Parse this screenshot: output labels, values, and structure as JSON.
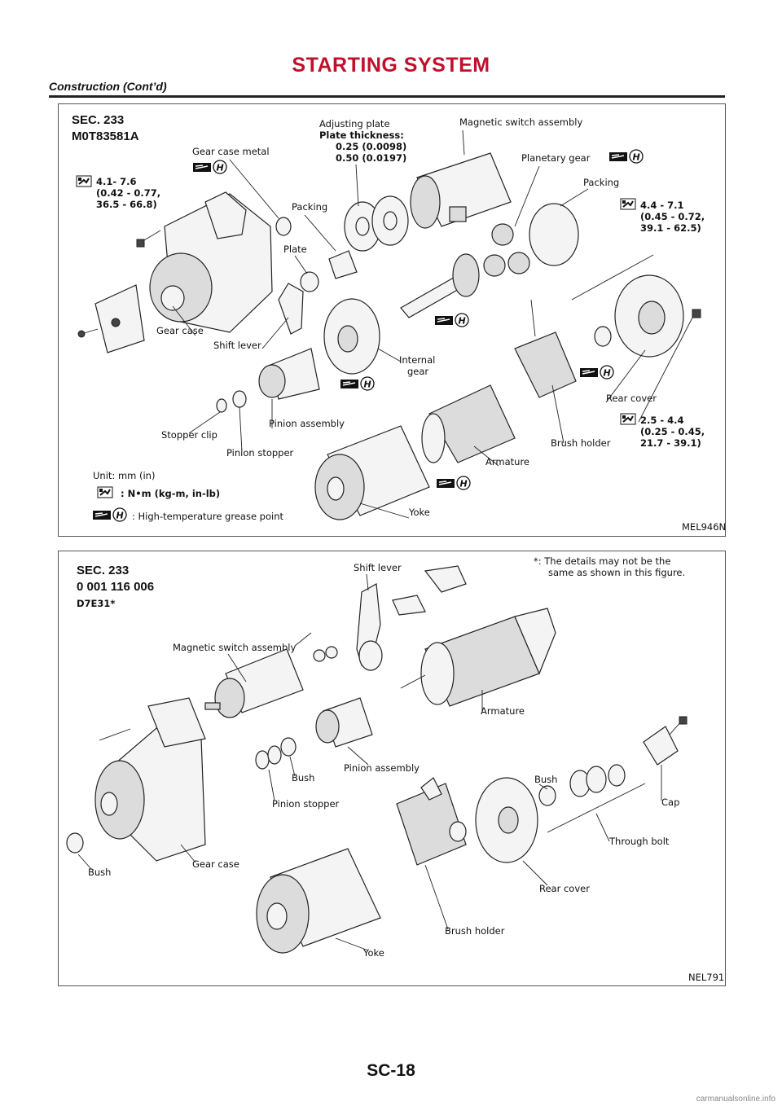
{
  "page": {
    "title": "STARTING SYSTEM",
    "subtitle": "Construction (Cont’d)",
    "page_number": "SC-18",
    "watermark": "carmanualsonline.info"
  },
  "figure1": {
    "sec": "SEC. 233",
    "model": "M0T83581A",
    "code": "MEL946N",
    "adjusting_plate": "Adjusting plate",
    "plate_thickness": "Plate thickness:",
    "thickness_1": "0.25 (0.0098)",
    "thickness_2": "0.50 (0.0197)",
    "magnetic_switch": "Magnetic switch assembly",
    "gear_case_metal": "Gear case metal",
    "planetary_gear": "Planetary gear",
    "packing_upper": "Packing",
    "packing_lower": "Packing",
    "plate": "Plate",
    "shift_lever": "Shift lever",
    "gear_case": "Gear case",
    "internal_gear_1": "Internal",
    "internal_gear_2": "gear",
    "rear_cover": "Rear cover",
    "brush_holder": "Brush holder",
    "armature": "Armature",
    "pinion_assembly": "Pinion assembly",
    "stopper_clip": "Stopper clip",
    "pinion_stopper": "Pinion stopper",
    "yoke": "Yoke",
    "torque_a_1": "4.1- 7.6",
    "torque_a_2": "(0.42 - 0.77,",
    "torque_a_3": "36.5 - 66.8)",
    "torque_b_1": "4.4 - 7.1",
    "torque_b_2": "(0.45 - 0.72,",
    "torque_b_3": "39.1 - 62.5)",
    "torque_c_1": "2.5 - 4.4",
    "torque_c_2": "(0.25 - 0.45,",
    "torque_c_3": "21.7 - 39.1)",
    "unit": "Unit: mm (in)",
    "legend_torque": ": N•m (kg-m, in-lb)",
    "legend_grease": ": High-temperature grease point"
  },
  "figure2": {
    "sec": "SEC. 233",
    "number": "0 001 116 006",
    "model": "D7E31*",
    "note_1": "*: The details may not be the",
    "note_2": "same as shown in this figure.",
    "code": "NEL791",
    "shift_lever": "Shift lever",
    "magnetic_switch": "Magnetic switch assembly",
    "armature": "Armature",
    "bush_left": "Bush",
    "bush_mid": "Bush",
    "bush_right": "Bush",
    "gear_case": "Gear case",
    "pinion_stopper": "Pinion stopper",
    "pinion_assembly": "Pinion assembly",
    "cap": "Cap",
    "through_bolt": "Through bolt",
    "rear_cover": "Rear cover",
    "brush_holder": "Brush holder",
    "yoke": "Yoke"
  },
  "icons": [
    "torque-wrench-icon",
    "grease-point-icon"
  ]
}
